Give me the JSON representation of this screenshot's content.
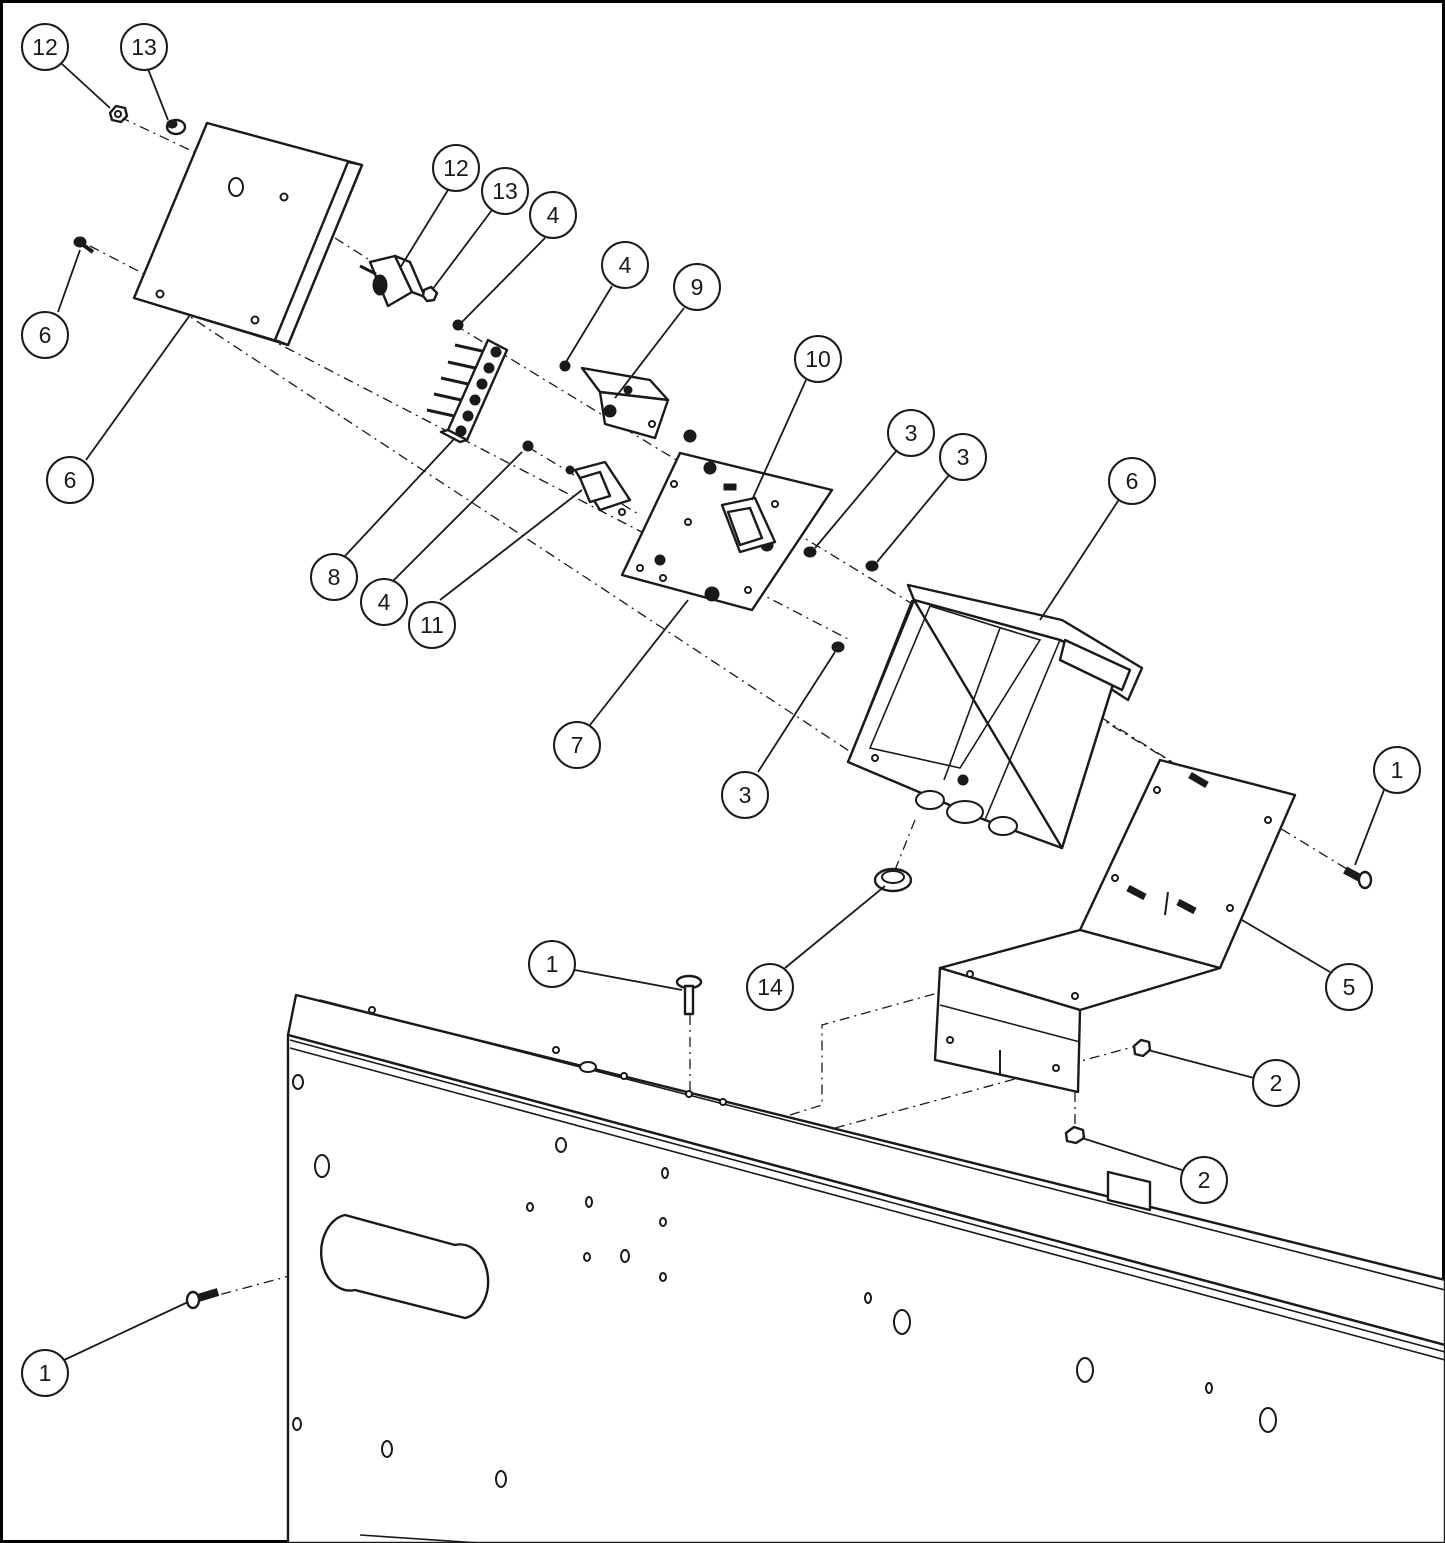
{
  "diagram": {
    "type": "exploded-assembly",
    "callouts": [
      {
        "label": "12"
      },
      {
        "label": "13"
      },
      {
        "label": "12"
      },
      {
        "label": "13"
      },
      {
        "label": "4"
      },
      {
        "label": "4"
      },
      {
        "label": "9"
      },
      {
        "label": "10"
      },
      {
        "label": "6"
      },
      {
        "label": "6"
      },
      {
        "label": "3"
      },
      {
        "label": "3"
      },
      {
        "label": "6"
      },
      {
        "label": "8"
      },
      {
        "label": "4"
      },
      {
        "label": "11"
      },
      {
        "label": "7"
      },
      {
        "label": "3"
      },
      {
        "label": "1"
      },
      {
        "label": "5"
      },
      {
        "label": "14"
      },
      {
        "label": "1"
      },
      {
        "label": "2"
      },
      {
        "label": "2"
      },
      {
        "label": "1"
      }
    ]
  },
  "colors": {
    "line": "#1a1a1a",
    "background": "#ffffff",
    "frame": "#000000"
  }
}
